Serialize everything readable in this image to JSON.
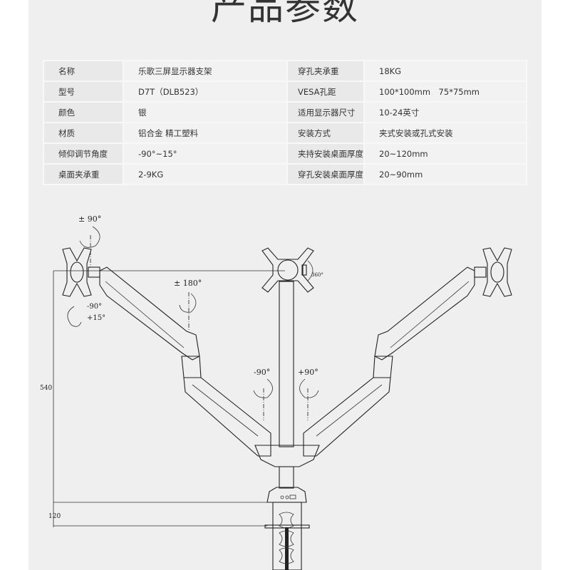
{
  "title": "产品参数",
  "specs": [
    {
      "k1": "名称",
      "v1": "乐歌三屏显示器支架",
      "k2": "穿孔夹承重",
      "v2": "18KG"
    },
    {
      "k1": "型号",
      "v1": "D7T（DLB523）",
      "k2": "VESA孔距",
      "v2": "100*100mm　75*75mm"
    },
    {
      "k1": "颜色",
      "v1": "银",
      "k2": "适用显示器尺寸",
      "v2": "10-24英寸"
    },
    {
      "k1": "材质",
      "v1": "铝合金 精工塑料",
      "k2": "安装方式",
      "v2": "夹式安装或孔式安装"
    },
    {
      "k1": "倾仰调节角度",
      "v1": "-90°~15°",
      "k2": "夹持安装桌面厚度",
      "v2": "20~120mm"
    },
    {
      "k1": "桌面夹承重",
      "v1": "2-9KG",
      "k2": "穿孔安装桌面厚度",
      "v2": "20~90mm"
    }
  ],
  "diagram": {
    "rotate_label": "± 90°",
    "swivel_label": "± 180°",
    "tilt_down": "-90°",
    "tilt_up": "+15°",
    "arm_left_label": "-90°",
    "arm_right_label": "+90°",
    "center_rotate": "360°",
    "height_dim": "540",
    "clamp_dim": "120"
  }
}
